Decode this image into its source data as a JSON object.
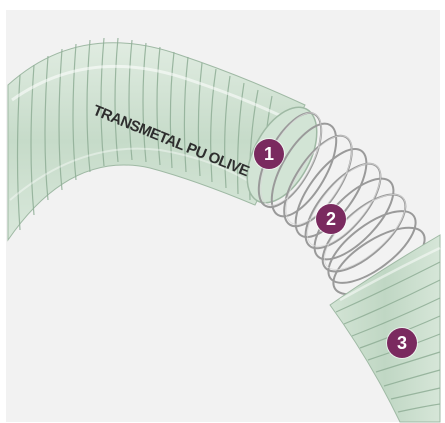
{
  "product_label": "TRANSMETAL PU OLIVE",
  "markers": [
    {
      "label": "1"
    },
    {
      "label": "2"
    },
    {
      "label": "3"
    }
  ],
  "colors": {
    "background": "#f2f2f2",
    "hose_tint": "#cfe1d2",
    "hose_rib": "#8fae96",
    "spring_wire": "#9a9a9a",
    "marker": "#7a2a5f"
  }
}
